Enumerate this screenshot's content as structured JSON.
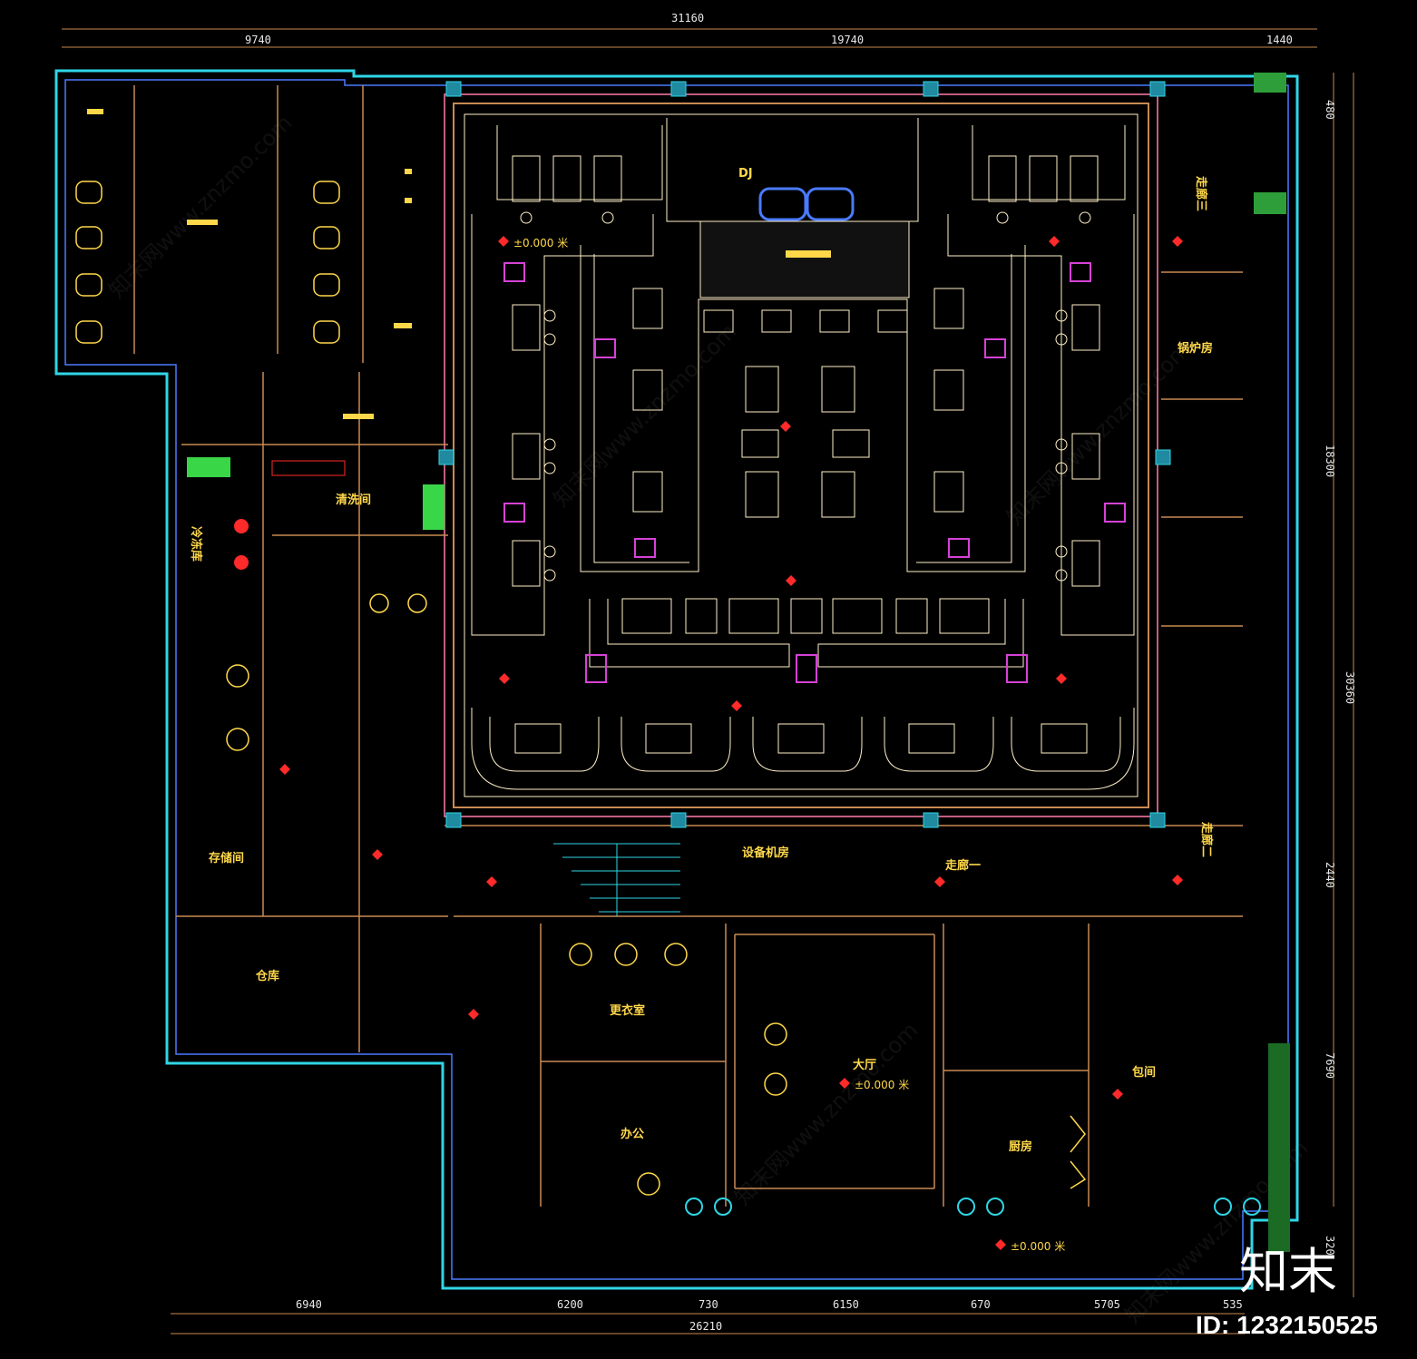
{
  "dimensions": {
    "top_total": "31160",
    "top_left": "9740",
    "top_mid": "19740",
    "top_right": "1440",
    "right_1": "480",
    "right_2": "18300",
    "right_3": "30360",
    "right_4": "2440",
    "right_5": "7690",
    "right_6": "320",
    "bottom_1": "6940",
    "bottom_2": "6200",
    "bottom_3": "730",
    "bottom_4": "6150",
    "bottom_5": "670",
    "bottom_6": "5705",
    "bottom_7": "535",
    "bottom_total": "26210"
  },
  "labels": {
    "dj": "DJ",
    "lobby": "大厅",
    "kitchen": "厨房",
    "warehouse": "仓库",
    "corridor_1": "走廊一",
    "corridor_2": "走廊二",
    "corridor_3": "走廊三",
    "equipment_room": "设备机房",
    "storage_room": "存储间",
    "office": "办公",
    "dressing_room": "更衣室",
    "boiler": "锅炉房",
    "freezer": "冷冻库",
    "cleaning": "清洗间",
    "booth": "包间"
  },
  "elevations": {
    "e1": "±0.000 米",
    "e2": "±0.000 米",
    "e3": "±0.000 米"
  },
  "watermark": "知末网www.znzmo.com",
  "logo": "知末",
  "id_text": "ID: 1232150525",
  "colors": {
    "background": "#000000",
    "wall_cyan": "#2fd6e6",
    "wall_blue": "#4a7bff",
    "wall_tan": "#c98a52",
    "wall_pink": "#ff7ea8",
    "wall_magenta": "#d642d6",
    "furniture_cream": "#fff0c8",
    "text_yellow": "#ffd84a",
    "marker_red": "#ff2a2a",
    "plant_green": "#39d647"
  }
}
